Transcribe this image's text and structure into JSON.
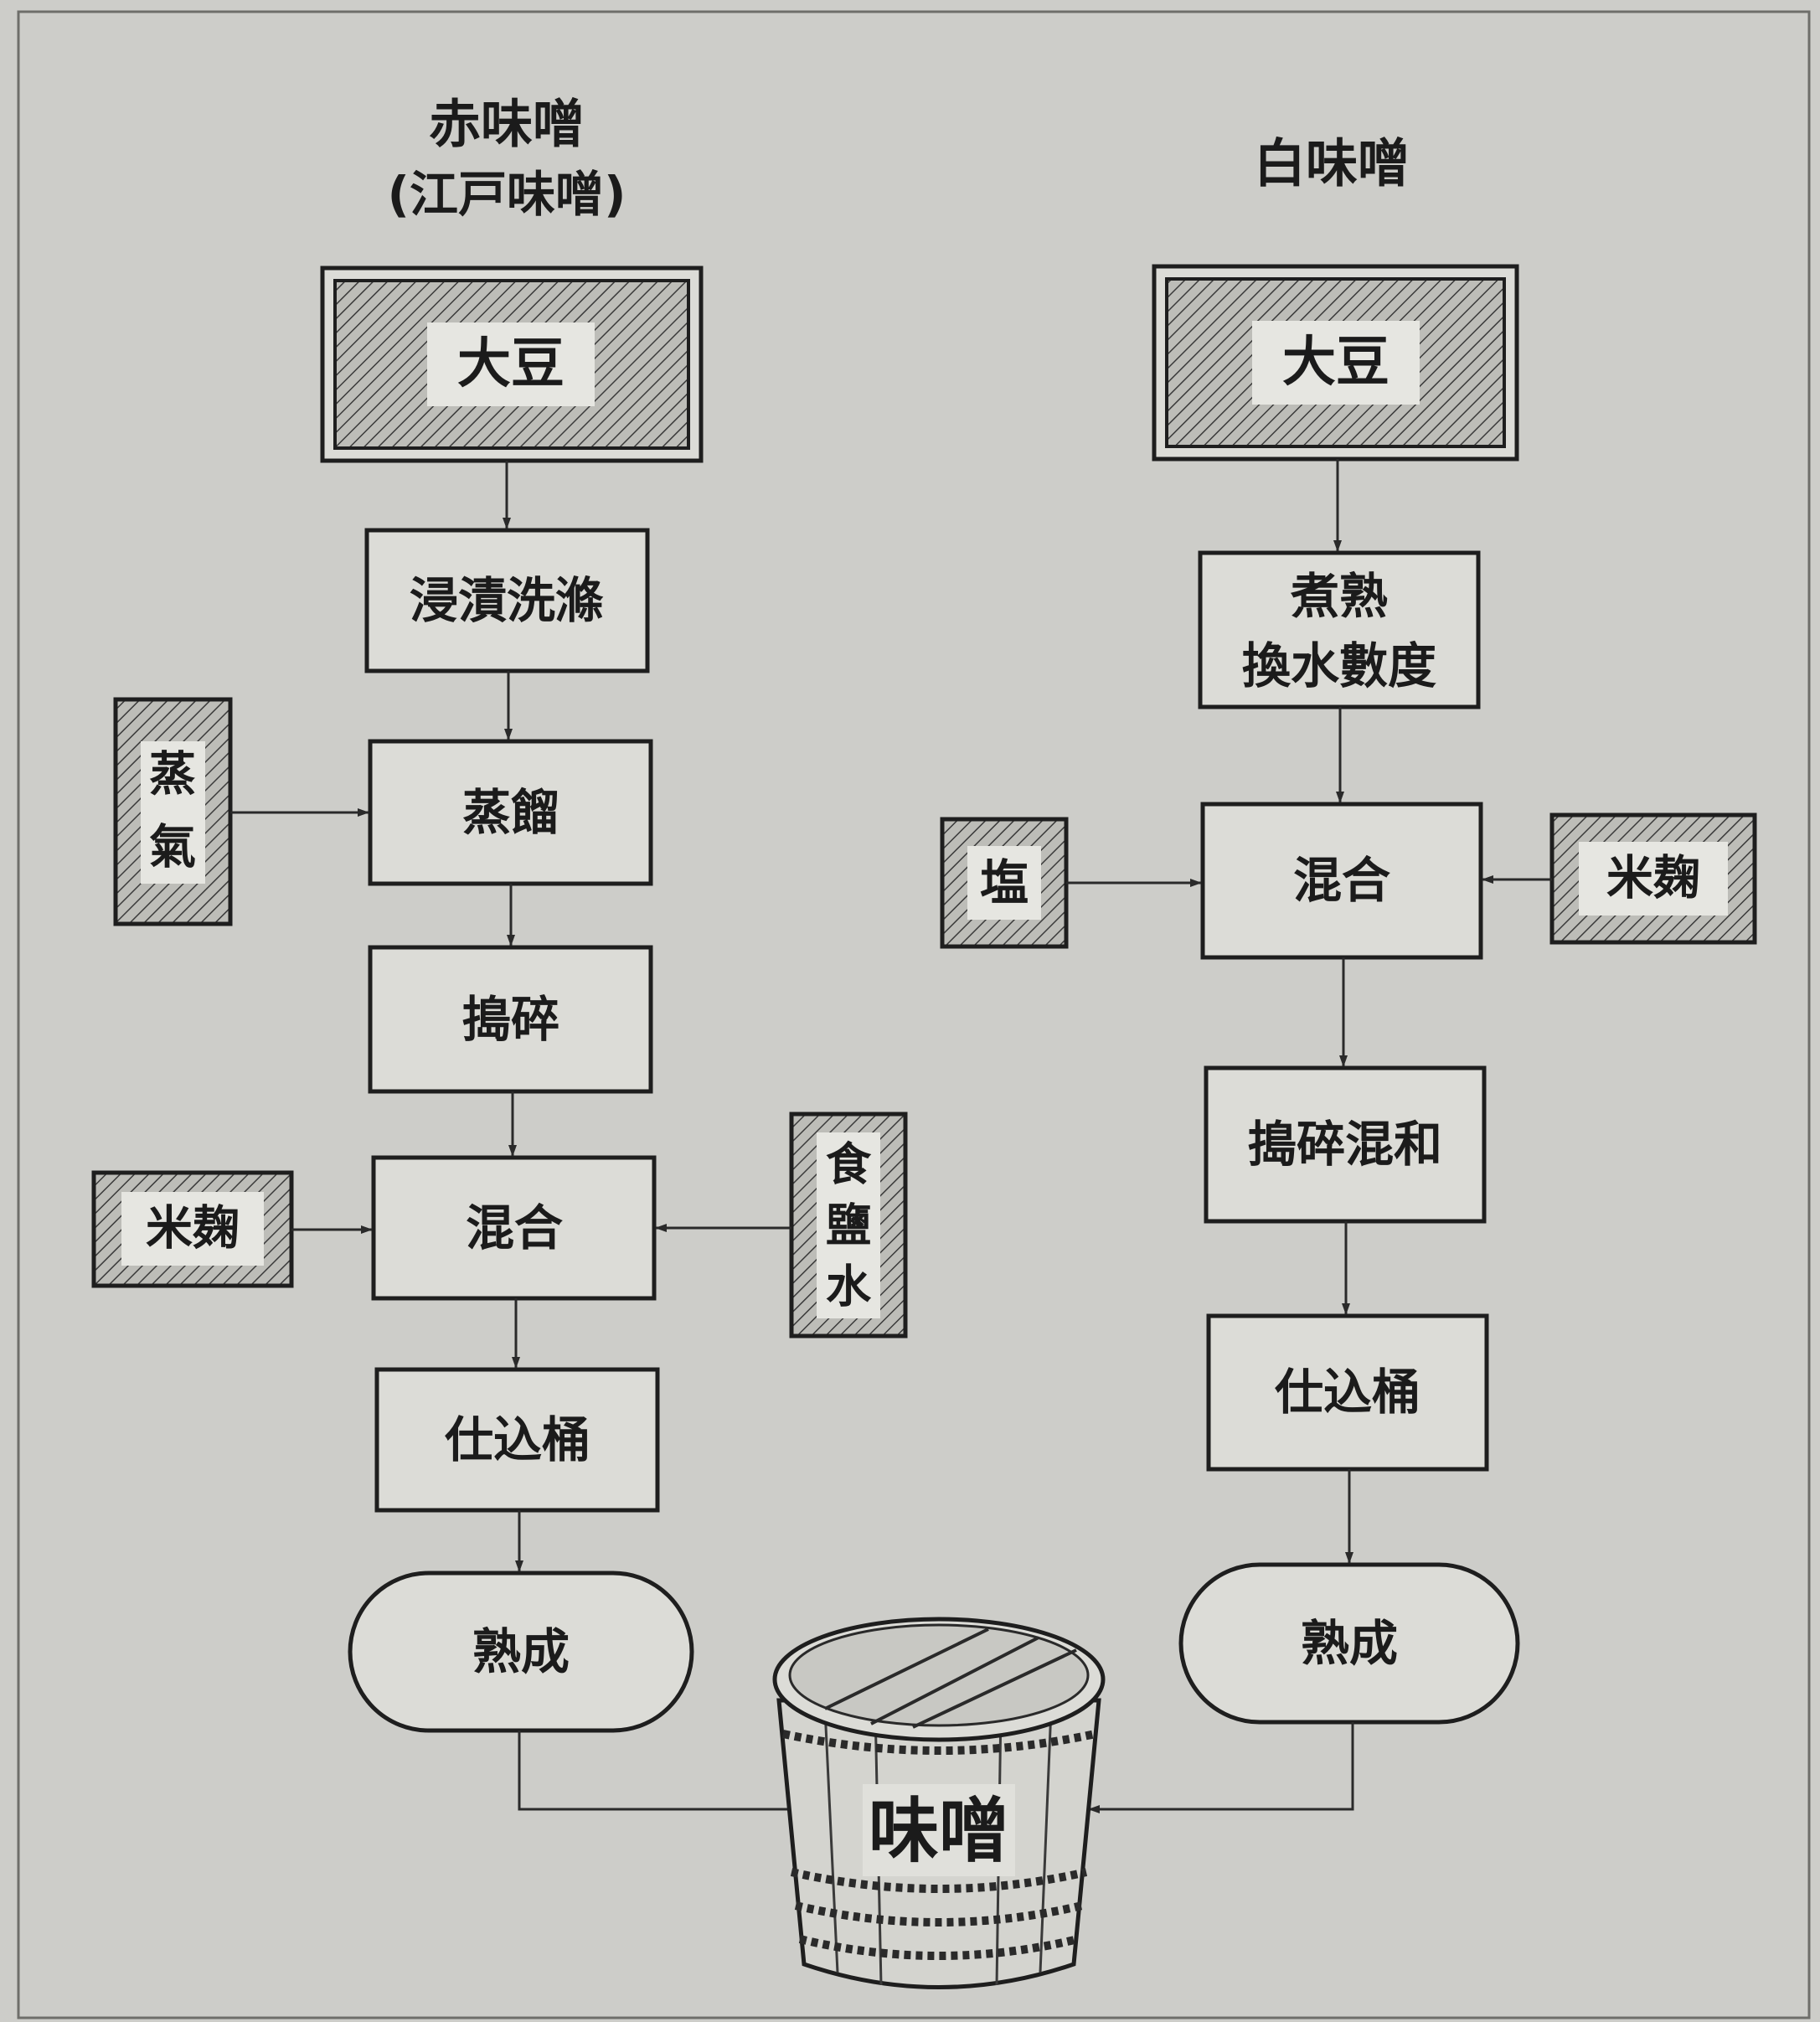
{
  "red_miso": {
    "title": "赤味噌",
    "subtitle": "(江戸味噌)",
    "source": "大豆",
    "steps": {
      "soak": "浸漬洗滌",
      "steam": "蒸餾",
      "crush": "搗碎",
      "mix": "混合",
      "barrel": "仕込桶",
      "mature": "熟成"
    },
    "inputs": {
      "steam": "蒸氣",
      "koji": "米麹",
      "brine": "食鹽水"
    }
  },
  "white_miso": {
    "title": "白味噌",
    "source": "大豆",
    "steps": {
      "boil_1": "煮熟",
      "boil_2": "換水數度",
      "mix": "混合",
      "crush_mix": "搗碎混和",
      "barrel": "仕込桶",
      "mature": "熟成"
    },
    "inputs": {
      "salt": "塩",
      "koji": "米麹"
    }
  },
  "product": "味噌",
  "colors": {
    "paper": "#cdcdc9",
    "box_fill": "#dcdcd7",
    "ink": "#1e1e1e"
  }
}
